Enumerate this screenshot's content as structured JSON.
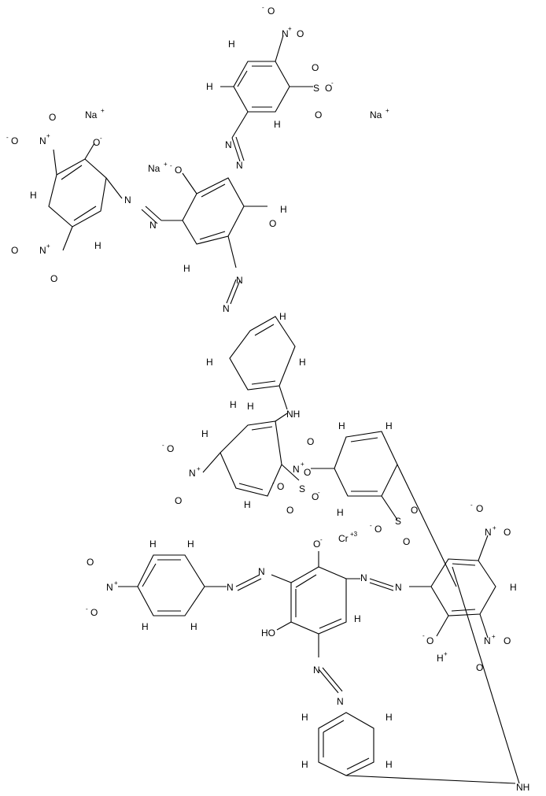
{
  "labels": {
    "Na_top_right": "Na",
    "Na_mid": "Na",
    "Na_left": "Na",
    "plus": "+",
    "minus": "-",
    "Cr": "Cr",
    "cr_charge": "+3",
    "Hplus": "H",
    "N": "N",
    "O": "O",
    "H": "H",
    "S": "S",
    "NH": "NH",
    "HO": "HO",
    "OH": "OH"
  }
}
